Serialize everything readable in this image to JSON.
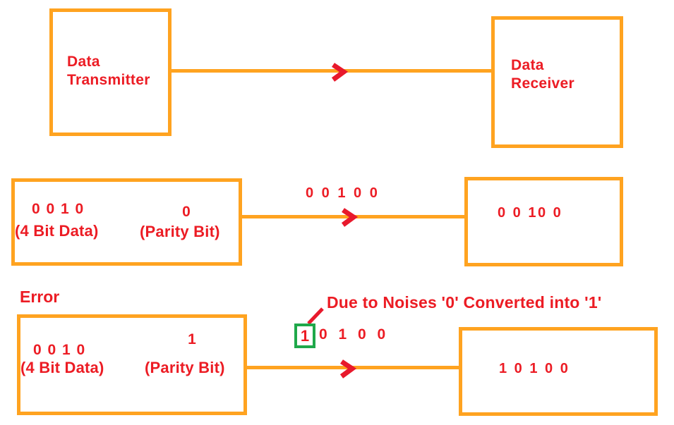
{
  "colors": {
    "box_border_orange": "#FFA320",
    "text_red": "#EC1C24",
    "arrow_red": "#E8192C",
    "highlight_green": "#1FA84A"
  },
  "top_row": {
    "transmitter_label": "Data\nTransmitter",
    "receiver_label": "Data\nReceiver"
  },
  "normal_transmission": {
    "data_bits": "0 0 1 0",
    "data_caption": "(4 Bit Data)",
    "parity_bit": "0",
    "parity_caption": "(Parity Bit)",
    "line_label": "0 0 1 0 0",
    "received_bits": "0 0 10 0"
  },
  "error_transmission": {
    "section_label": "Error",
    "data_bits": "0 0 1 0",
    "data_caption": "(4 Bit Data)",
    "parity_bit": "1",
    "parity_caption": "(Parity Bit)",
    "flipped_bit": "1",
    "rest_bits": "0 1 0 0",
    "annotation": "Due to Noises '0' Converted into '1'",
    "received_bits": "1 0 1 0 0"
  }
}
